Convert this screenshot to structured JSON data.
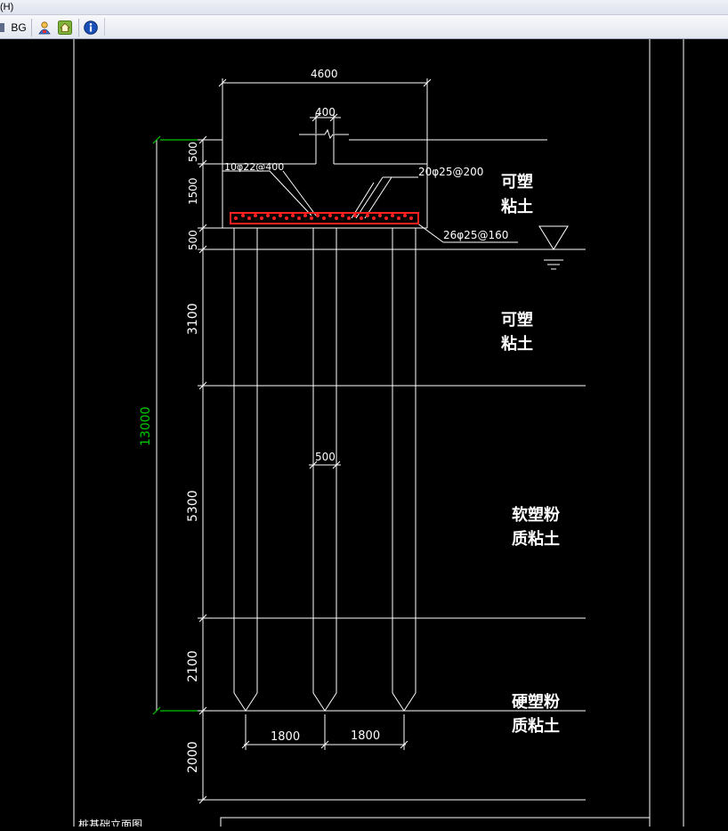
{
  "menubar": {
    "item_help": "(H)"
  },
  "toolbar": {
    "bg_label": "BG",
    "buttons": [
      {
        "icon": "app-icon"
      },
      {
        "icon": "bg-text"
      },
      {
        "icon": "user-icon"
      },
      {
        "icon": "home-icon"
      },
      {
        "icon": "info-icon"
      }
    ]
  },
  "drawing": {
    "dims": {
      "cap_width": "4600",
      "column_width": "400",
      "pile_dia": "500",
      "spacing_left": "1800",
      "spacing_right": "1800",
      "total_depth": "13000",
      "v_500_top": "500",
      "v_1500": "1500",
      "v_500_bottom": "500",
      "v_3100": "3100",
      "v_5300": "5300",
      "v_2100": "2100",
      "v_2000": "2000"
    },
    "rebar": {
      "label_1": "10φ22@400",
      "label_2": "20φ25@200",
      "label_3": "26φ25@160"
    },
    "soil": {
      "layer1_line1": "可塑",
      "layer1_line2": "粘土",
      "layer2_line1": "可塑",
      "layer2_line2": "粘土",
      "layer3_line1": "软塑粉",
      "layer3_line2": "质粘土",
      "layer4_line1": "硬塑粉",
      "layer4_line2": "质粘土"
    },
    "footer_text": "桩基础立面图",
    "colors": {
      "lines": "#ffffff",
      "rebar": "#ff2020",
      "total_dim": "#00c800",
      "background": "#000000"
    }
  }
}
